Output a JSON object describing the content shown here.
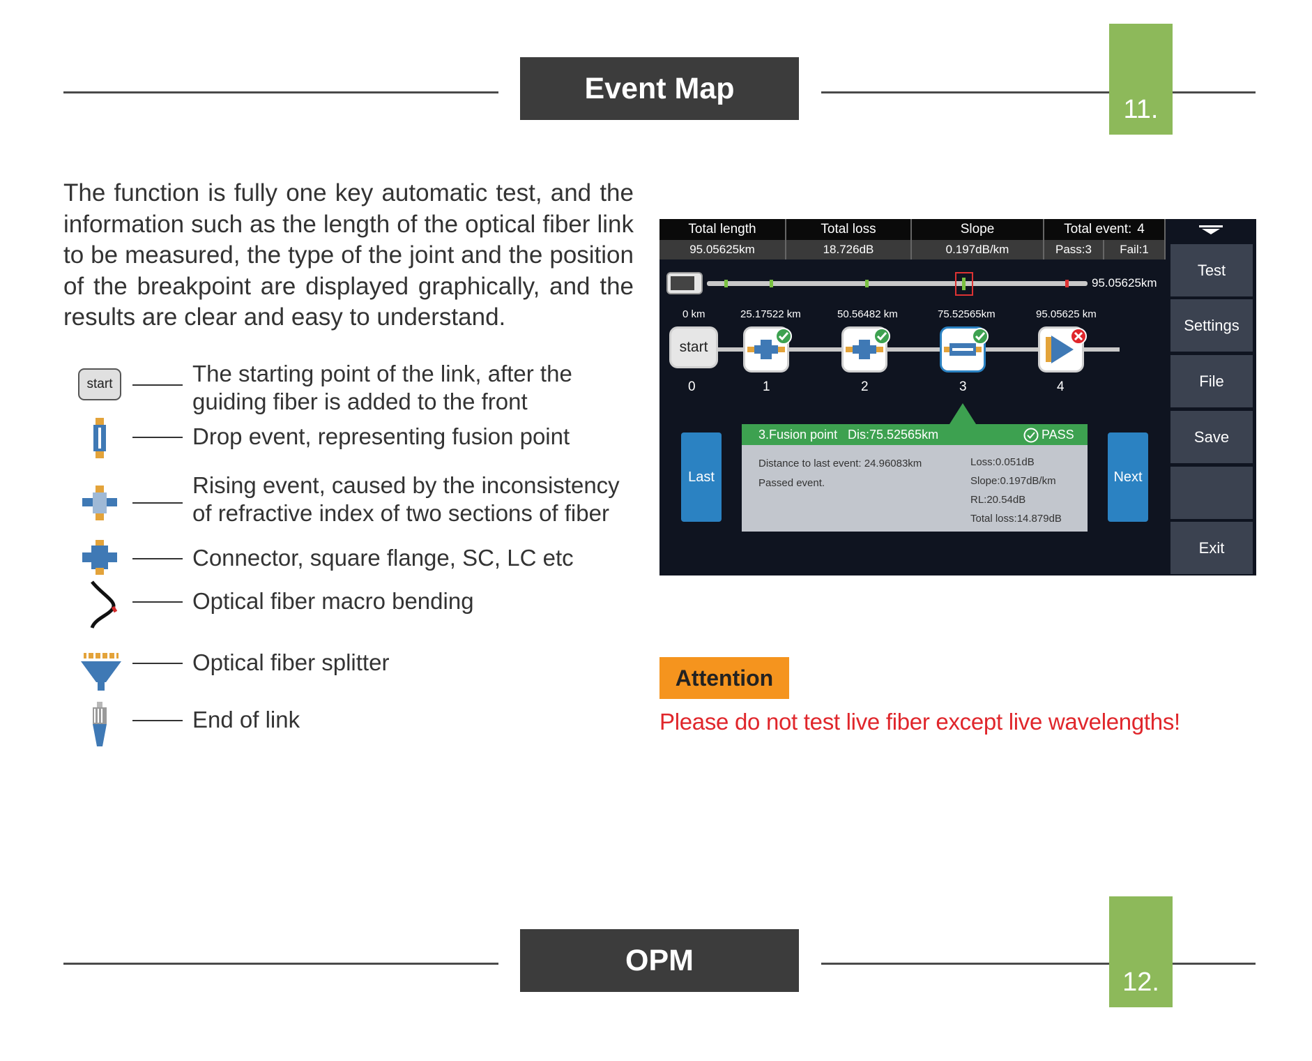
{
  "section1": {
    "title": "Event Map",
    "page": "11."
  },
  "intro": "The function is fully one key automatic test, and the information such as the length of the optical fiber link to be measured, the type of the joint and the position of the breakpoint are displayed graphically, and the results are clear and easy to understand.",
  "legend": [
    {
      "icon": "start-icon",
      "icon_text": "start",
      "text": "The starting point of the link, after the guiding fiber is added to the front"
    },
    {
      "icon": "fusion-point-icon",
      "text": "Drop event, representing fusion point"
    },
    {
      "icon": "rising-event-icon",
      "text": "Rising event, caused by the inconsistency of refractive index of two sections of fiber"
    },
    {
      "icon": "connector-icon",
      "text": "Connector, square flange, SC, LC etc"
    },
    {
      "icon": "macro-bend-icon",
      "text": "Optical fiber macro bending"
    },
    {
      "icon": "splitter-icon",
      "text": "Optical fiber splitter"
    },
    {
      "icon": "end-of-link-icon",
      "text": "End of link"
    }
  ],
  "screen": {
    "header": {
      "total_length_label": "Total length",
      "total_length_value": "95.05625km",
      "total_loss_label": "Total loss",
      "total_loss_value": "18.726dB",
      "slope_label": "Slope",
      "slope_value": "0.197dB/km",
      "total_event_label": "Total event:",
      "total_event_value": "4",
      "pass": "Pass:3",
      "fail": "Fail:1"
    },
    "link_length": "95.05625km",
    "events": [
      {
        "num": "0",
        "km": "0 km",
        "type": "start",
        "label": "start"
      },
      {
        "num": "1",
        "km": "25.17522 km",
        "type": "connector",
        "status": "pass"
      },
      {
        "num": "2",
        "km": "50.56482 km",
        "type": "connector",
        "status": "pass"
      },
      {
        "num": "3",
        "km": "75.52565km",
        "type": "fusion",
        "status": "pass"
      },
      {
        "num": "4",
        "km": "95.05625 km",
        "type": "splitter",
        "status": "fail"
      }
    ],
    "detail": {
      "title": "3.Fusion point",
      "dis": "Dis:75.52565km",
      "status": "PASS",
      "distance_to_last": "Distance to last event: 24.96083km",
      "note": "Passed event.",
      "loss": "Loss:0.051dB",
      "slope": "Slope:0.197dB/km",
      "rl": "RL:20.54dB",
      "total_loss": "Total loss:14.879dB"
    },
    "last_button": "Last",
    "next_button": "Next",
    "side_menu": [
      "Test",
      "Settings",
      "File",
      "Save",
      "",
      "Exit"
    ]
  },
  "attention": {
    "label": "Attention",
    "message": "Please do not test live fiber except live wavelengths!"
  },
  "section2": {
    "title": "OPM",
    "page": "12."
  },
  "colors": {
    "accent_green": "#8db95a",
    "header_dark": "#3c3c3c",
    "attention_orange": "#f5941e",
    "warning_red": "#e0262b",
    "button_blue": "#2b82c2",
    "pass_green": "#3da150"
  }
}
